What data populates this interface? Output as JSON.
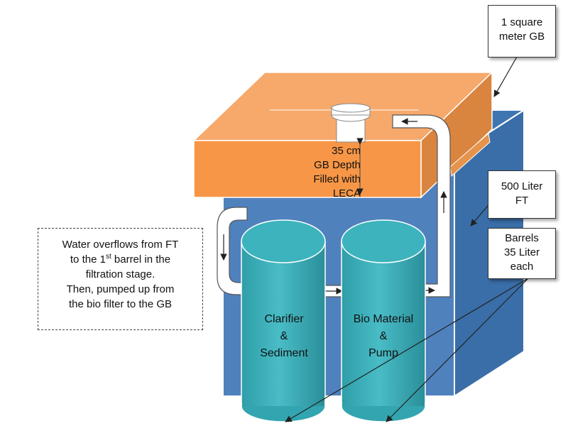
{
  "colors": {
    "tank_front": "#4f81bd",
    "tank_side": "#3a6ea8",
    "barrel": "#3fb3be",
    "growbed_front": "#f79646",
    "growbed_top": "#f6a96b",
    "growbed_side": "#d9843f"
  },
  "callouts": {
    "grow_bed_area": [
      "1 square",
      "meter GB"
    ],
    "tank_volume": [
      "500 Liter",
      "FT"
    ],
    "barrels": [
      "Barrels",
      "35 Liter",
      "each"
    ]
  },
  "grow_bed": {
    "depth_lines": [
      "35 cm",
      "GB Depth",
      "Filled with LECA"
    ]
  },
  "barrels": [
    {
      "lines": [
        "Clarifier",
        "&",
        "Sediment"
      ]
    },
    {
      "lines": [
        "Bio Material",
        "&",
        "Pump"
      ]
    }
  ],
  "note": {
    "line1": "Water overflows from FT",
    "line2_pre": "to the 1",
    "line2_sup": "st",
    "line2_post": " barrel in the",
    "line3": "filtration stage.",
    "line4": "Then, pumped up from",
    "line5": "the bio filter to the GB"
  }
}
